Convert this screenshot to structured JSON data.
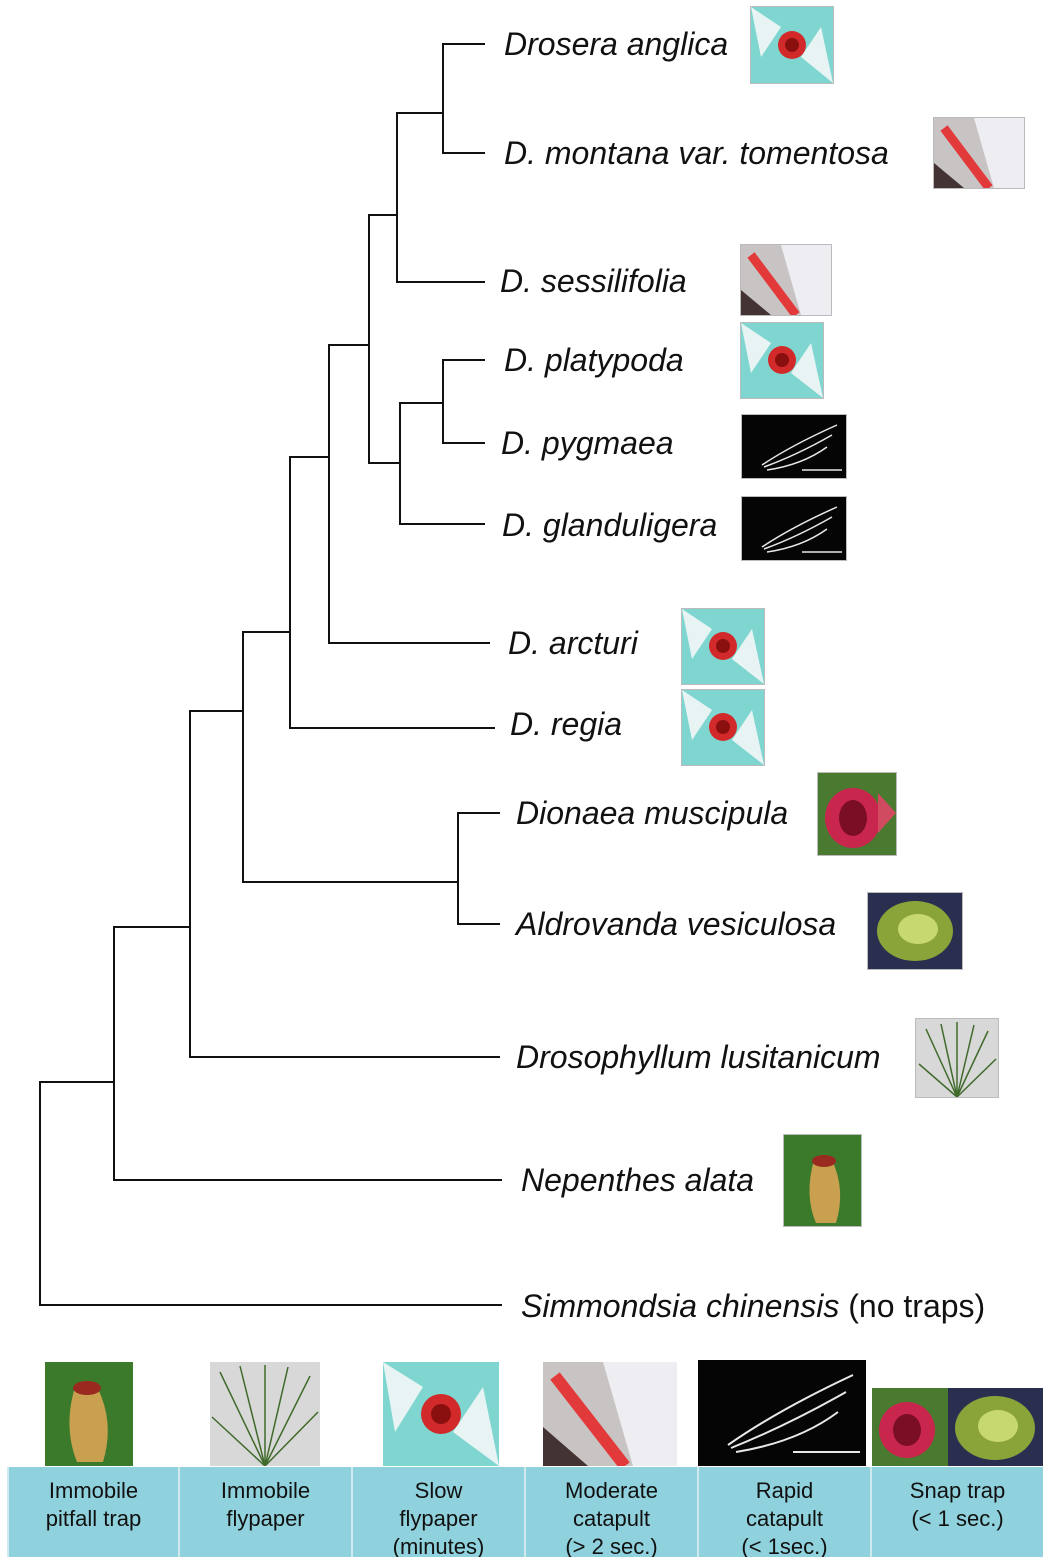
{
  "species": [
    {
      "italic": "Drosera anglica",
      "plain": "",
      "trap": "slow-flypaper"
    },
    {
      "italic": "D. montana var. tomentosa",
      "plain": "",
      "trap": "moderate-catapult"
    },
    {
      "italic": "D. sessilifolia",
      "plain": "",
      "trap": "moderate-catapult"
    },
    {
      "italic": "D. platypoda",
      "plain": "",
      "trap": "slow-flypaper"
    },
    {
      "italic": "D. pygmaea",
      "plain": "",
      "trap": "rapid-catapult"
    },
    {
      "italic": "D. glanduligera",
      "plain": "",
      "trap": "rapid-catapult"
    },
    {
      "italic": "D. arcturi",
      "plain": "",
      "trap": "slow-flypaper"
    },
    {
      "italic": "D. regia",
      "plain": "",
      "trap": "slow-flypaper"
    },
    {
      "italic": "Dionaea muscipula",
      "plain": "",
      "trap": "snap-trap-dionaea"
    },
    {
      "italic": "Aldrovanda vesiculosa",
      "plain": "",
      "trap": "snap-trap-aldrovanda"
    },
    {
      "italic": "Drosophyllum lusitanicum",
      "plain": "",
      "trap": "immobile-flypaper"
    },
    {
      "italic": "Nepenthes alata",
      "plain": "",
      "trap": "pitfall"
    },
    {
      "italic": "Simmondsia chinensis",
      "plain": " (no traps)",
      "trap": ""
    }
  ],
  "legend": [
    {
      "lines": [
        "Immobile",
        "pitfall trap"
      ],
      "icon": "pitfall"
    },
    {
      "lines": [
        "Immobile",
        "flypaper"
      ],
      "icon": "immobile-flypaper"
    },
    {
      "lines": [
        "Slow",
        "flypaper",
        "(minutes)"
      ],
      "icon": "slow-flypaper"
    },
    {
      "lines": [
        "Moderate",
        "catapult",
        "(> 2 sec.)"
      ],
      "icon": "moderate-catapult"
    },
    {
      "lines": [
        "Rapid",
        "catapult",
        "(< 1sec.)"
      ],
      "icon": "rapid-catapult"
    },
    {
      "lines": [
        "Snap trap",
        "(< 1 sec.)"
      ],
      "icon": "snap-trap"
    }
  ],
  "colors": {
    "legend_bg": "#8fd1dc",
    "line": "#111111",
    "teal": "#4fc4c0",
    "red": "#d22a2a",
    "dark": "#050505",
    "green": "#3b7a2a",
    "pink": "#c9264e"
  }
}
